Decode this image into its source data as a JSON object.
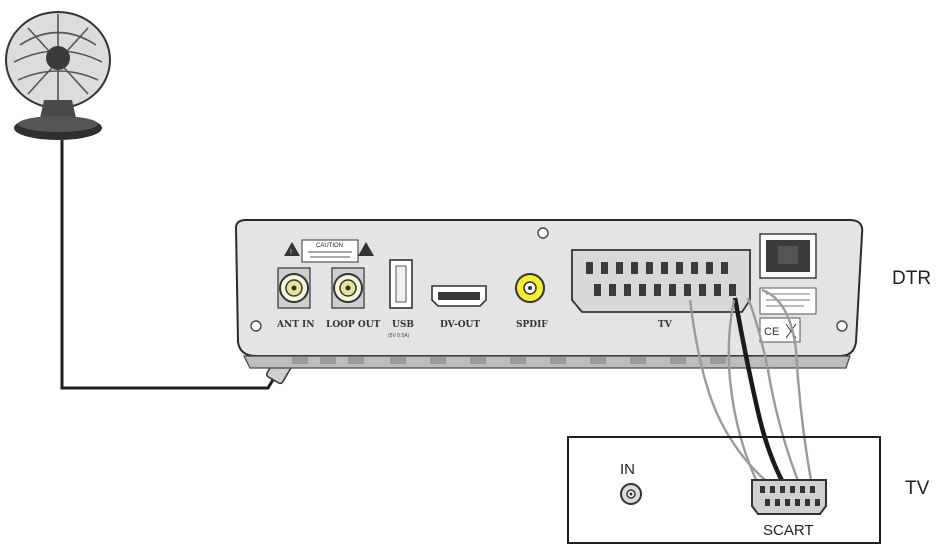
{
  "labels": {
    "device": "DTR",
    "tv": "TV"
  },
  "dtr_panel": {
    "warning_title": "CAUTION",
    "ports": {
      "ant_in": "ANT IN",
      "loop_out": "LOOP OUT",
      "usb": "USB",
      "usb_sub": "(5V 0.5A)",
      "hdmi": "DV-OUT",
      "spdif": "SPDIF",
      "scart": "TV"
    }
  },
  "tv_box": {
    "in_label": "IN",
    "scart_label": "SCART"
  },
  "colors": {
    "outline": "#2b2b2b",
    "panel_fill": "#e6e6e6",
    "cable_black": "#1a1a1a",
    "cable_grey": "#9a9a9a",
    "rca_yellow": "#f2ee3a"
  }
}
